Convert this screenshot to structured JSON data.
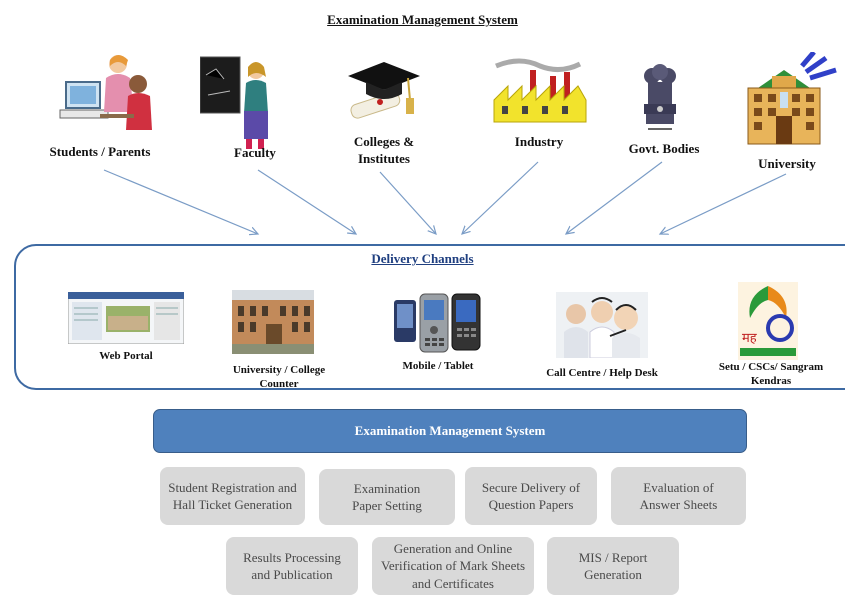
{
  "header": {
    "title": "Examination  Management System"
  },
  "stakeholders": [
    {
      "label": "Students / Parents",
      "icon": "students-parents-icon"
    },
    {
      "label": "Faculty",
      "icon": "faculty-icon"
    },
    {
      "label": "Colleges & Institutes",
      "icon": "graduation-cap-icon"
    },
    {
      "label": "Industry",
      "icon": "factory-icon"
    },
    {
      "label": "Govt. Bodies",
      "icon": "emblem-icon"
    },
    {
      "label": "University",
      "icon": "university-building-icon"
    }
  ],
  "channels": {
    "title": "Delivery Channels",
    "items": [
      {
        "label": "Web Portal",
        "icon": "web-portal-screenshot"
      },
      {
        "label": "University / College Counter",
        "icon": "college-building-photo"
      },
      {
        "label": "Mobile / Tablet",
        "icon": "mobile-phones-photo"
      },
      {
        "label": "Call Centre / Help Desk",
        "icon": "call-centre-photo"
      },
      {
        "label": "Setu / CSCs/ Sangram Kendras",
        "icon": "maha-logo"
      }
    ]
  },
  "system": {
    "title": "Examination  Management System",
    "modules": [
      "Student Registration and Hall Ticket Generation",
      "Examination Paper Setting",
      "Secure Delivery of Question Papers",
      "Evaluation of Answer Sheets",
      "Results Processing and Publication",
      "Generation and Online Verification of Mark Sheets and Certificates",
      "MIS / Report Generation"
    ]
  },
  "colors": {
    "accent": "#4f81bd",
    "border": "#3e6aa3",
    "module_bg": "#d9d9d9",
    "arrow": "#7a9cc6"
  }
}
